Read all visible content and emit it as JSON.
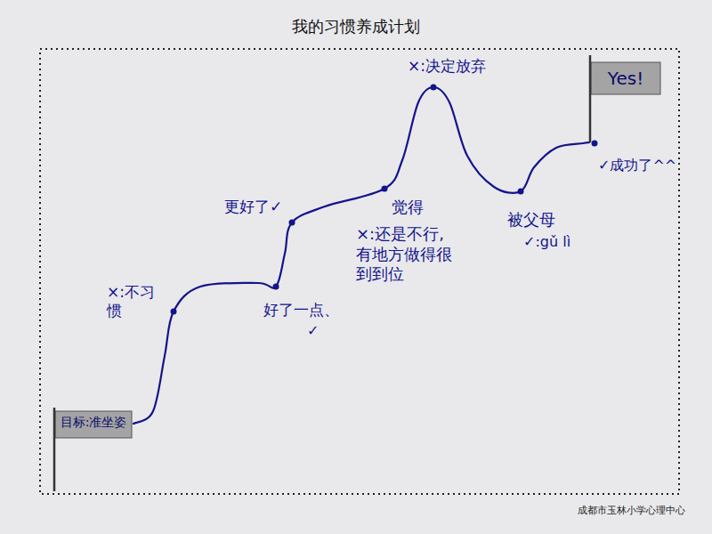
{
  "diagram": {
    "title": "我的习惯养成计划",
    "caption": "成都市玉林小学心理中心",
    "nodes": [
      {
        "text": [
          "目标:准坐姿"
        ]
      },
      {
        "text": [
          "Yes!"
        ]
      }
    ],
    "edges": [
      {
        "from": 0,
        "to": 1,
        "arrow": "none"
      }
    ],
    "labels": [
      "×:不习惯",
      "好了一点、",
      "✓",
      "更好了✓",
      "觉得",
      "×:还是不行,有地方做得很到到位",
      "×:决定放弃",
      "被父母",
      "✓:gǔ lì",
      "✓成功了^^"
    ]
  }
}
